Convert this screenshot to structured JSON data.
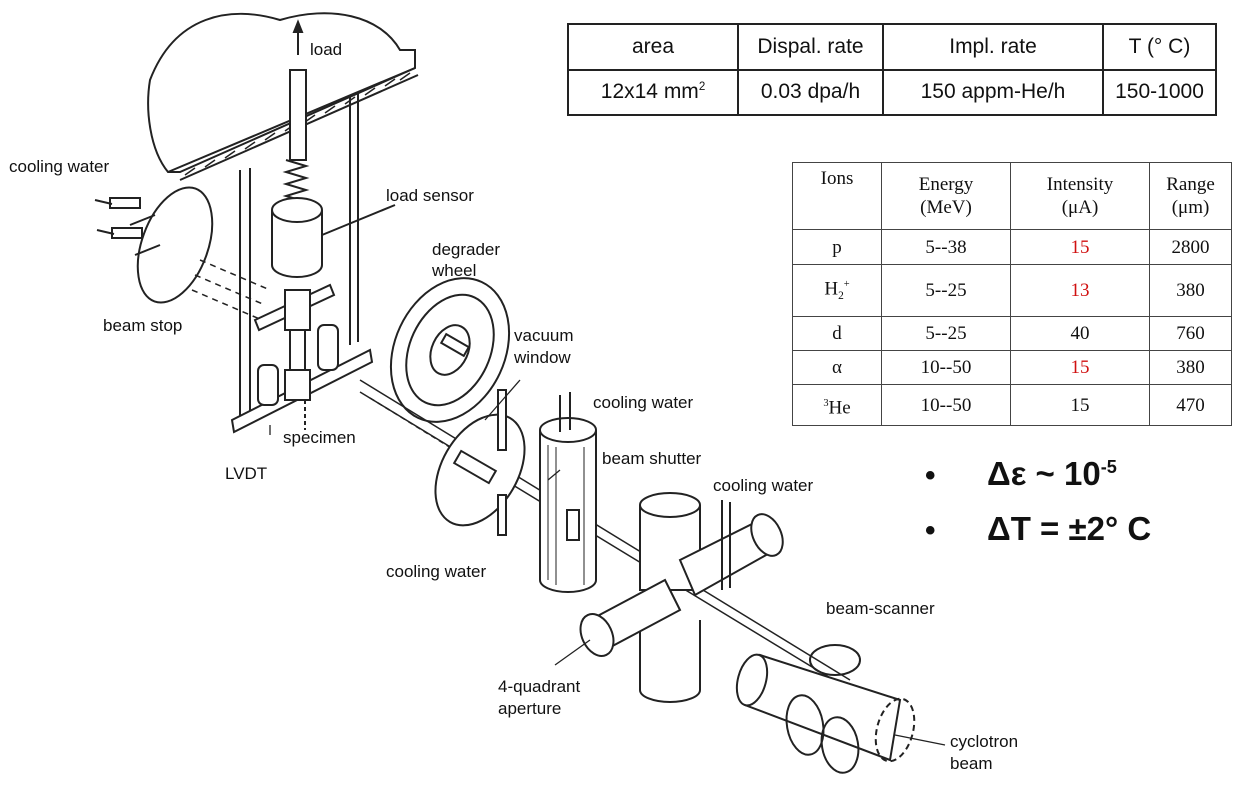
{
  "labels": {
    "load": "load",
    "cooling_water_1": "cooling water",
    "load_sensor": "load sensor",
    "degrader_wheel_line1": "degrader",
    "degrader_wheel_line2": "wheel",
    "beam_stop": "beam stop",
    "vacuum_window_line1": "vacuum",
    "vacuum_window_line2": "window",
    "cooling_water_2": "cooling water",
    "specimen": "specimen",
    "beam_shutter": "beam shutter",
    "lvdt": "LVDT",
    "cooling_water_3": "cooling water",
    "cooling_water_4": "cooling water",
    "beam_scanner": "beam-scanner",
    "aperture_line1": "4-quadrant",
    "aperture_line2": "aperture",
    "cyclotron_line1": "cyclotron",
    "cyclotron_line2": "beam"
  },
  "params_table": {
    "headers": [
      "area",
      "Dispal. rate",
      "Impl. rate",
      "T (°  C)"
    ],
    "row": {
      "area_base": "12x14 mm",
      "area_sup": "2",
      "dispal": "0.03 dpa/h",
      "impl": "150 appm-He/h",
      "temp": "150-1000"
    }
  },
  "ions_table": {
    "headers": {
      "ions": "Ions",
      "energy_1": "Energy",
      "energy_2": "(MeV)",
      "intensity_1": "Intensity",
      "intensity_2": "(μA)",
      "range_1": "Range",
      "range_2": "(μm)"
    },
    "rows": [
      {
        "ion": "p",
        "energy": "5--38",
        "intensity": "15",
        "range": "2800"
      },
      {
        "ion_base": "H",
        "ion_sub": "2",
        "ion_sup": "+",
        "energy": "5--25",
        "intensity": "13",
        "range": "380"
      },
      {
        "ion": "d",
        "energy": "5--25",
        "intensity": "40",
        "range": "760"
      },
      {
        "ion": "α",
        "energy": "10--50",
        "intensity": "15",
        "range": "380"
      },
      {
        "ion_sup": "3",
        "ion_base": "He",
        "energy": "10--50",
        "intensity": "15",
        "range": "470"
      }
    ],
    "highlight_color": "#d01010"
  },
  "bullets": {
    "b1_text": "Δε ~ 10",
    "b1_sup": "-5",
    "b2_text": "ΔT = ±2°  C",
    "bullet_char": "•"
  }
}
